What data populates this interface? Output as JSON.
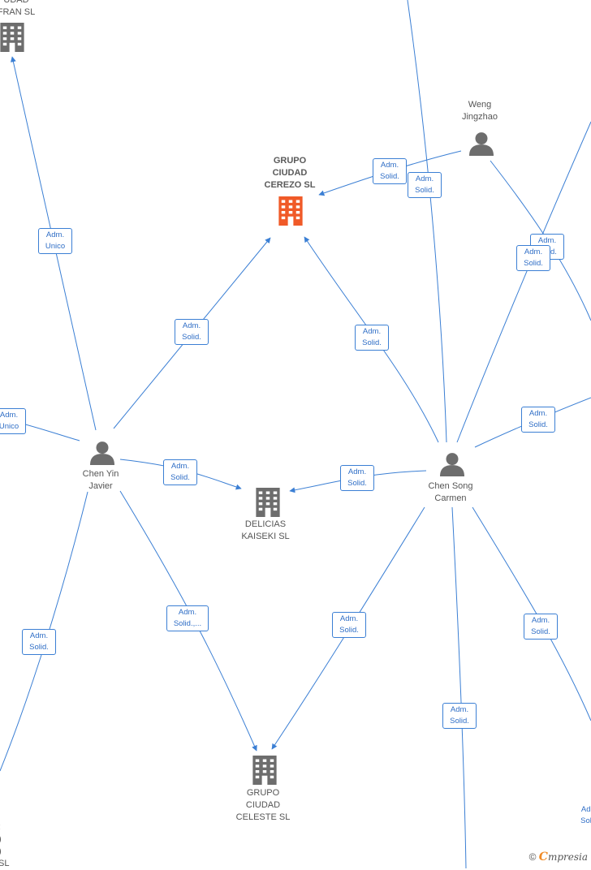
{
  "colors": {
    "edge": "#3b7fd4",
    "focus_company": "#f05a28",
    "company": "#6d6d6d",
    "person": "#6d6d6d"
  },
  "nodes": {
    "grupo_cerezo": {
      "label": "GRUPO\nCIUDAD\nCEREZO  SL",
      "icon": "building-icon"
    },
    "delicias": {
      "label": "DELICIAS\nKAISEKI  SL",
      "icon": "building-icon"
    },
    "grupo_celeste": {
      "label": "GRUPO\nCIUDAD\nCELESTE  SL",
      "icon": "building-icon"
    },
    "fran": {
      "label": "UDAD\nFRAN  SL",
      "icon": "building-icon"
    },
    "chen_yin": {
      "label": "Chen Yin\nJavier",
      "icon": "person-icon"
    },
    "chen_song": {
      "label": "Chen Song\nCarmen",
      "icon": "person-icon"
    },
    "weng": {
      "label": "Weng\nJingzhao",
      "icon": "person-icon"
    },
    "bottom_left": {
      "label": ":\n)\n)\n SL"
    }
  },
  "badges": [
    {
      "id": "b1",
      "text": "Adm.\nUnico"
    },
    {
      "id": "b2",
      "text": "Adm.\nSolid."
    },
    {
      "id": "b3",
      "text": "Adm.\nSolid."
    },
    {
      "id": "b4",
      "text": "Adm.\nSolid."
    },
    {
      "id": "b5",
      "text": "Adm.\nSolid."
    },
    {
      "id": "b6",
      "text": "Adm.\nSolid."
    },
    {
      "id": "b7",
      "text": "Adm.\nSolid."
    },
    {
      "id": "b8",
      "text": "Adm.\nSolid."
    },
    {
      "id": "b9",
      "text": "Adm.\nSolid.,..."
    },
    {
      "id": "b10",
      "text": "Adm.\nSolid."
    },
    {
      "id": "b11",
      "text": "Adm.\nSolid."
    },
    {
      "id": "b12",
      "text": "Adm.\nSolid."
    },
    {
      "id": "b13",
      "text": "Adm.\nSolid."
    },
    {
      "id": "b14",
      "text": "Adm.\nSolid."
    },
    {
      "id": "b15",
      "text": "Adm.\nUnico"
    },
    {
      "id": "b16",
      "text": "Adm.\nSolid."
    },
    {
      "id": "b17",
      "text": "Adm.\nSolid."
    }
  ],
  "footer": {
    "copyright": "©",
    "brand_first": "C",
    "brand_rest": "mpresia"
  }
}
